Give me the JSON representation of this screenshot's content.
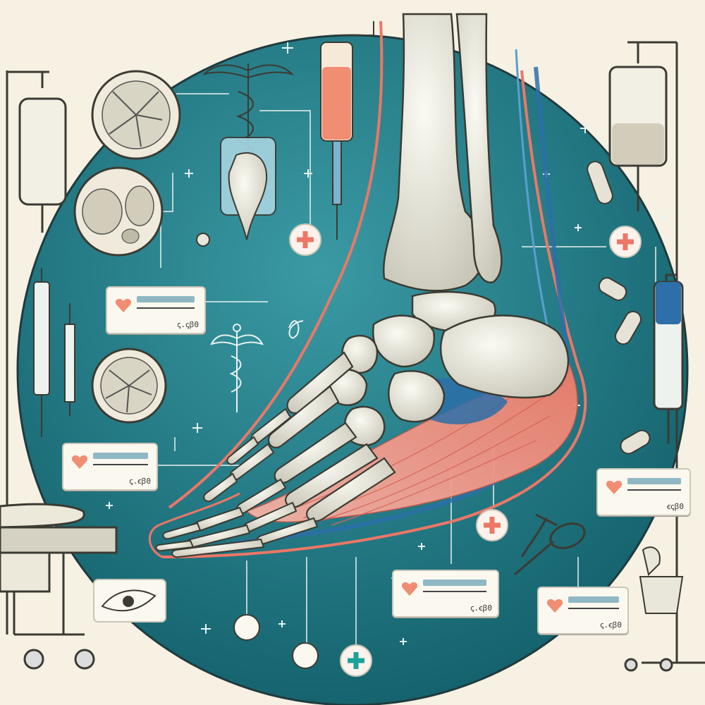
{
  "labels": [
    {
      "id": "label-top-left",
      "text": "ꞔ.ꞔꞵ0"
    },
    {
      "id": "label-mid-left",
      "text": "ꞔ.ꞓꞵ0"
    },
    {
      "id": "label-bottom-center",
      "text": "ꞔ.ꞓꞵ0"
    },
    {
      "id": "label-bottom-right",
      "text": "ꞔ.ꞓꞵ0"
    },
    {
      "id": "label-right",
      "text": "ꞓꞔꞵ0"
    }
  ],
  "colors": {
    "background": "#f6f1e3",
    "circle": "#1d7d86",
    "bone": "#ecebdf",
    "tendon": "#f28c7c",
    "vein": "#2d6fa8",
    "accent_red": "#ec7766",
    "accent_teal": "#1aa39a"
  },
  "icons": [
    "caduceus-icon",
    "medical-cross-icon",
    "iv-bag-icon",
    "syringe-icon",
    "scissors-icon",
    "pill-icon",
    "eye-icon",
    "hospital-bed-icon",
    "cell-slice-icon"
  ]
}
